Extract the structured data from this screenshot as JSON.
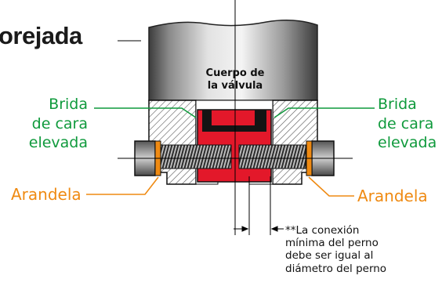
{
  "title": "orejada",
  "labels": {
    "valve_body": [
      "Cuerpo de",
      "la válvula"
    ],
    "flange_left": [
      "Brida",
      "de cara",
      "elevada"
    ],
    "flange_right": [
      "Brida",
      "de cara",
      "elevada"
    ],
    "washer_left": "Arandela",
    "washer_right": "Arandela",
    "note": [
      "**La conexión",
      "mínima del perno",
      "debe ser igual al",
      "diámetro del perno"
    ]
  },
  "colors": {
    "flange_label": "#0f9a3c",
    "washer_label": "#ef8a12",
    "valve_core": "#e3182a",
    "title": "#1a1a1a"
  }
}
